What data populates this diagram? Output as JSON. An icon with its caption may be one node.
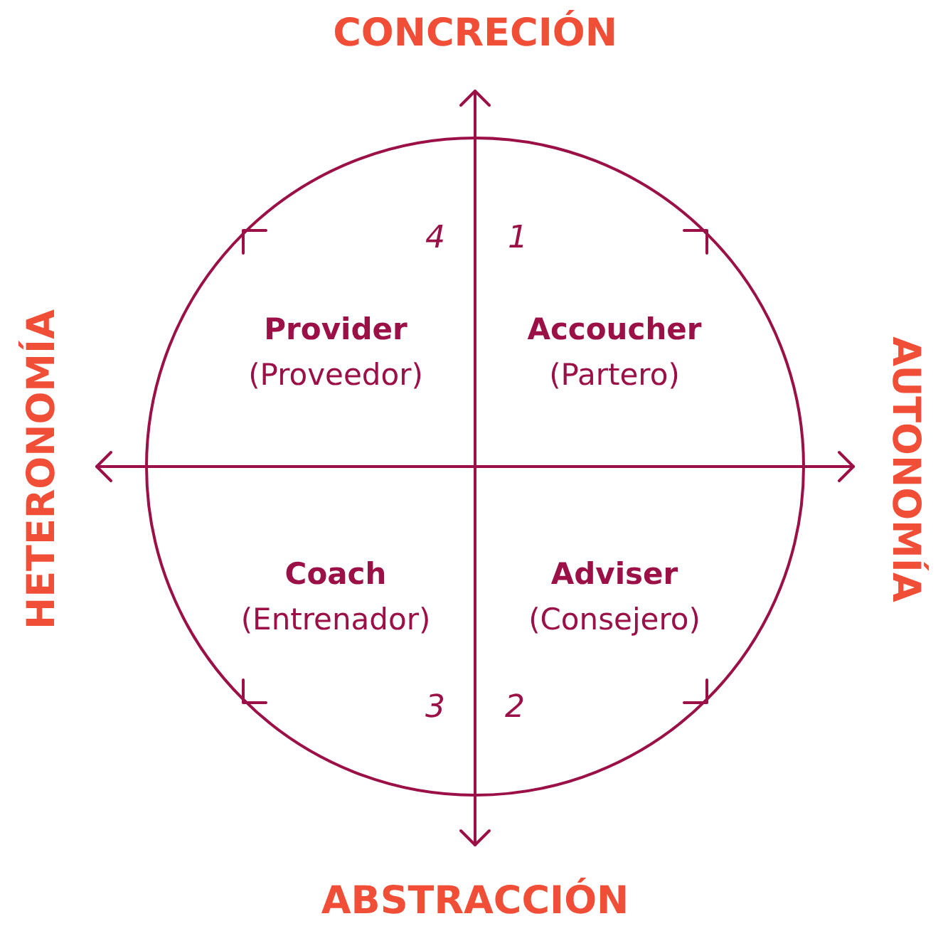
{
  "diagram": {
    "labels": [
      "CONCRECIÓN",
      "4",
      "1",
      "HETERONOMÍA",
      "Provider",
      "(Proveedor)",
      "Accoucher",
      "(Partero)",
      "AUTONOMÍA",
      "Coach",
      "(Entrenador)",
      "Adviser",
      "(Consejero)",
      "3",
      "2",
      "ABSTRACCIÓN"
    ]
  }
}
